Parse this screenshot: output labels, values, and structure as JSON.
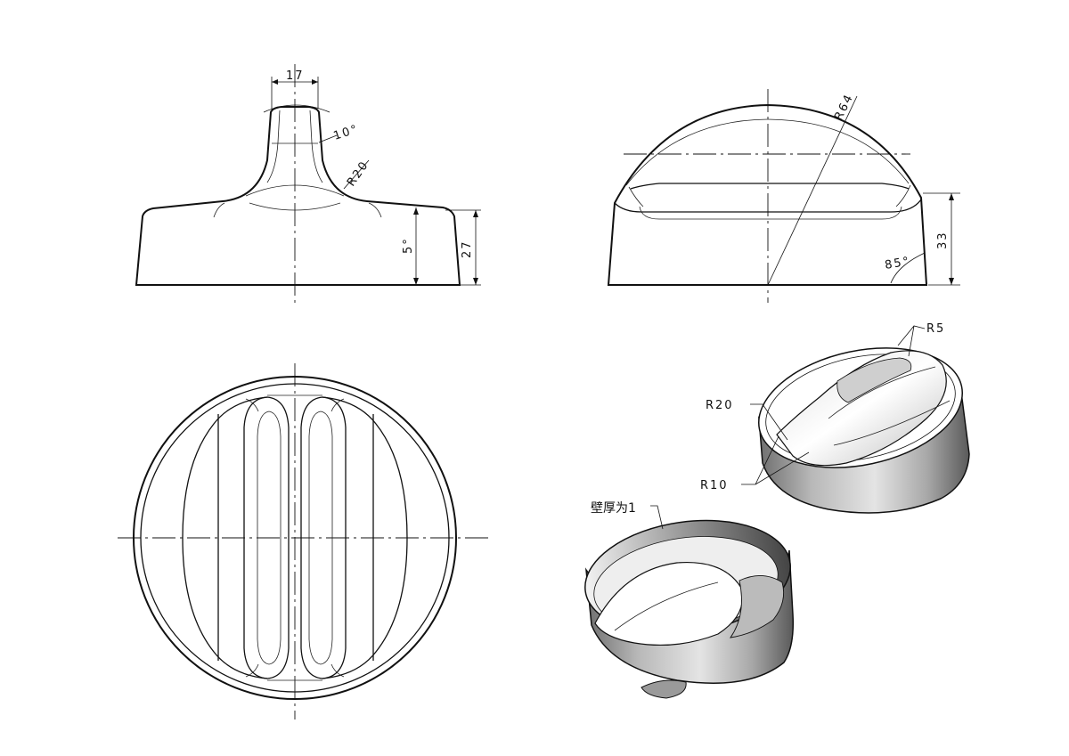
{
  "drawing": {
    "front_view": {
      "dim_top_width": "17",
      "dim_angle_top": "10°",
      "dim_radius": "R20",
      "dim_draft": "5°",
      "dim_height": "27"
    },
    "side_view": {
      "dim_radius": "R64",
      "dim_height": "33",
      "dim_angle": "85°"
    },
    "iso_top": {
      "label_r5": "R5",
      "label_r20": "R20",
      "label_r10": "R10"
    },
    "iso_bottom": {
      "label_wall": "壁厚为1"
    }
  },
  "colors": {
    "line": "#111111",
    "shade_dark": "#7a7a7a",
    "shade_light": "#f2f2f2"
  }
}
